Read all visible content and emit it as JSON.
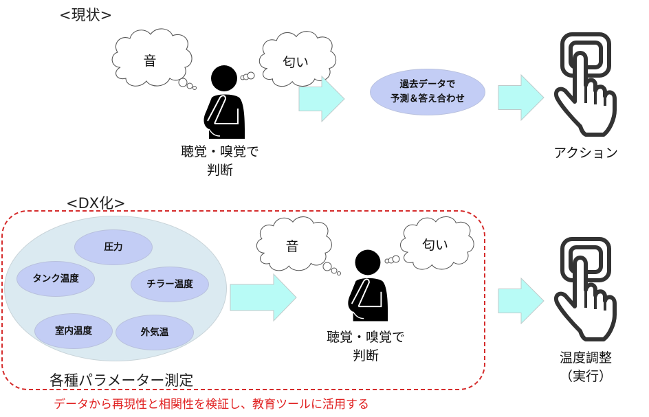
{
  "current": {
    "title": "<現状>",
    "cloud_left": "音",
    "cloud_right": "匂い",
    "person_caption_line1": "聴覚・嗅覚で",
    "person_caption_line2": "判断",
    "prediction_line1": "過去データで",
    "prediction_line2": "予測＆答え合わせ",
    "action_label": "アクション"
  },
  "dx": {
    "title": "<DX化>",
    "parameters": [
      "圧力",
      "タンク温度",
      "チラー温度",
      "室内温度",
      "外気温"
    ],
    "parameters_caption": "各種パラメーター測定",
    "cloud_left": "音",
    "cloud_right": "匂い",
    "person_caption_line1": "聴覚・嗅覚で",
    "person_caption_line2": "判断",
    "action_line1": "温度調整",
    "action_line2": "（実行）",
    "note": "データから再現性と相関性を検証し、教育ツールに活用する"
  },
  "colors": {
    "arrow_fill": "#b8fbf6",
    "oval_fill": "#c3cdf5",
    "parameter_group_fill": "#dbeaf1",
    "dashed_border": "#d52b2b",
    "note_text": "#e02020"
  }
}
